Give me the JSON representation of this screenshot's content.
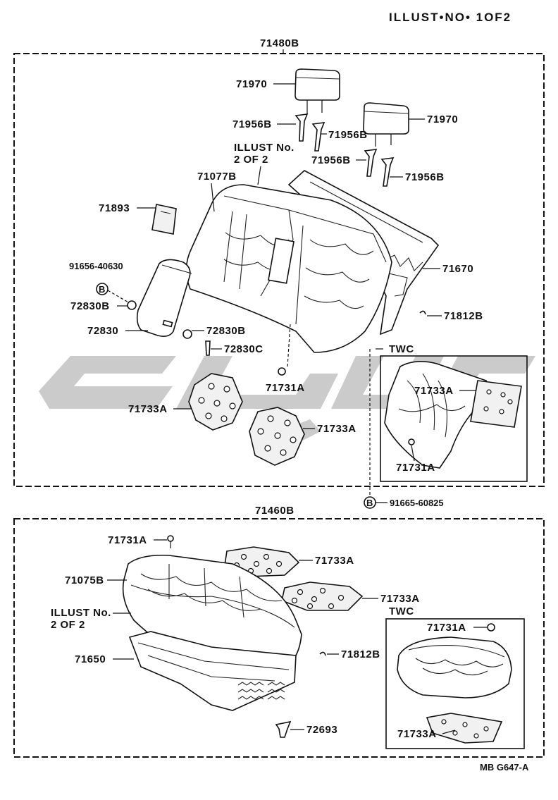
{
  "header": {
    "illust_no": "ILLUST•NO•  1OF2"
  },
  "footer": {
    "code": "MB G647-A"
  },
  "upper": {
    "assembly": "71480B",
    "labels": {
      "headrest_left": "71970",
      "headrest_right": "71970",
      "support_a": "71956B",
      "support_b": "71956B",
      "support_c": "71956B",
      "support_d": "71956B",
      "illust_ref_line1": "ILLUST No.",
      "illust_ref_line2": "2 OF 2",
      "back_cover": "71077B",
      "pad": "71893",
      "bolt_ref": "91656-40630",
      "clip_a": "72830B",
      "armrest": "72830",
      "clip_b": "72830B",
      "clip_c": "72830C",
      "frame": "71670",
      "hook": "71812B",
      "fastener": "71731A",
      "plate_a": "71733A",
      "plate_b": "71733A",
      "screw_ref": "91665-60825"
    },
    "twc": {
      "title": "TWC",
      "plate": "71733A",
      "fastener": "71731A"
    }
  },
  "lower": {
    "assembly": "71460B",
    "labels": {
      "fastener": "71731A",
      "plate_a": "71733A",
      "cover": "71075B",
      "plate_b": "71733A",
      "illust_ref_line1": "ILLUST No.",
      "illust_ref_line2": "2 OF 2",
      "frame": "71650",
      "hook": "71812B",
      "clip": "72693"
    },
    "twc": {
      "title": "TWC",
      "fastener": "71731A",
      "plate": "71733A"
    }
  },
  "bolt_symbol": "B"
}
